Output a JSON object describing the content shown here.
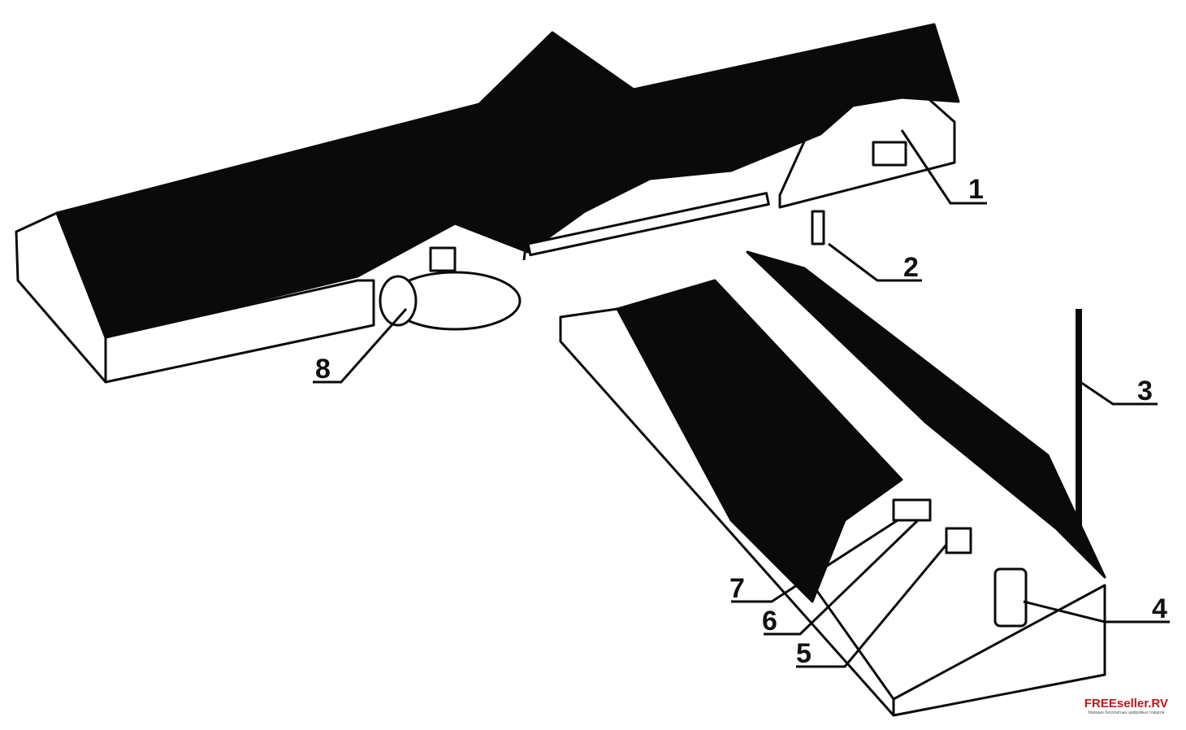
{
  "diagram": {
    "labels": [
      "1",
      "2",
      "3",
      "4",
      "5",
      "6",
      "7",
      "8"
    ]
  },
  "watermark": {
    "title": "FREEseller.RV",
    "subtitle": "Магазин бесплатных цифровых товаров"
  },
  "colors": {
    "ink": "#0a0a0a",
    "paper": "#ffffff",
    "watermark": "#c0151b"
  }
}
